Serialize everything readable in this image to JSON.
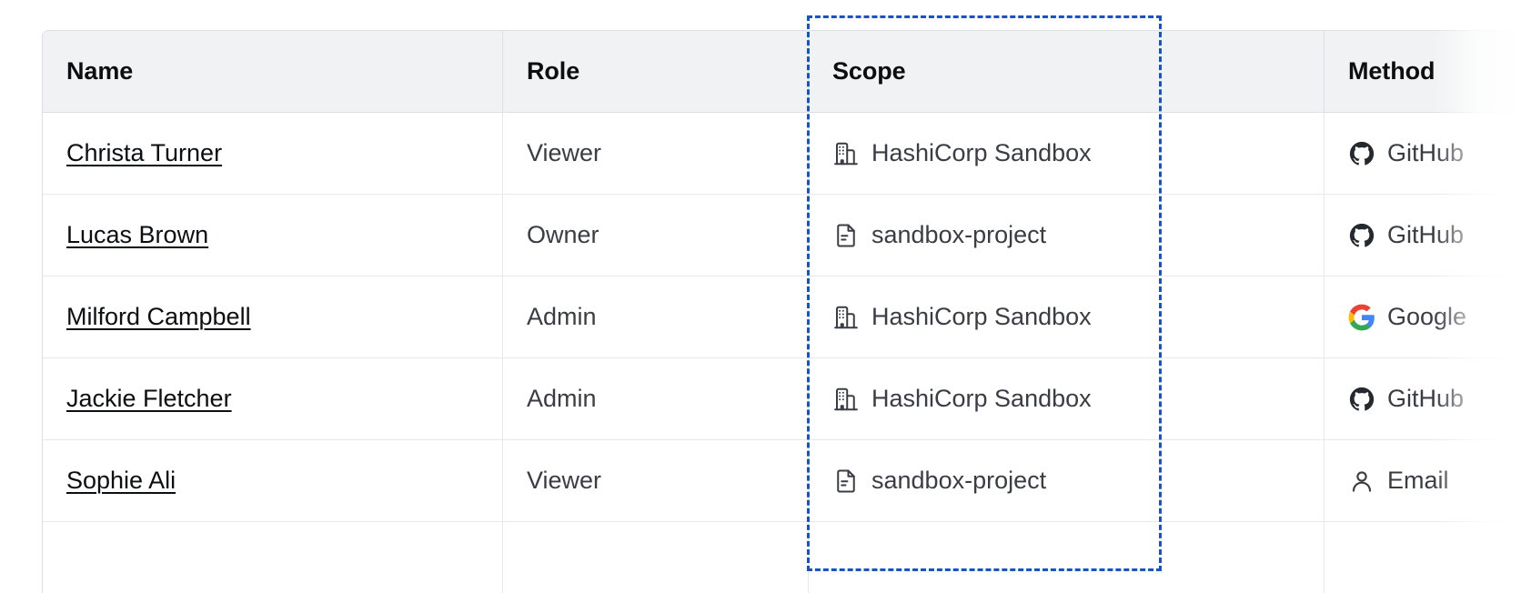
{
  "table": {
    "columns": [
      {
        "key": "name",
        "label": "Name"
      },
      {
        "key": "role",
        "label": "Role"
      },
      {
        "key": "scope",
        "label": "Scope"
      },
      {
        "key": "method",
        "label": "Method"
      }
    ],
    "rows": [
      {
        "name": "Christa Turner",
        "role": "Viewer",
        "scope": "HashiCorp Sandbox",
        "scope_icon": "organization-icon",
        "method": "GitHub",
        "method_icon": "github-icon"
      },
      {
        "name": "Lucas Brown",
        "role": "Owner",
        "scope": "sandbox-project",
        "scope_icon": "project-document-icon",
        "method": "GitHub",
        "method_icon": "github-icon"
      },
      {
        "name": "Milford Campbell",
        "role": "Admin",
        "scope": "HashiCorp Sandbox",
        "scope_icon": "organization-icon",
        "method": "Google",
        "method_icon": "google-icon"
      },
      {
        "name": "Jackie Fletcher",
        "role": "Admin",
        "scope": "HashiCorp Sandbox",
        "scope_icon": "organization-icon",
        "method": "GitHub",
        "method_icon": "github-icon"
      },
      {
        "name": "Sophie Ali",
        "role": "Viewer",
        "scope": "sandbox-project",
        "scope_icon": "project-document-icon",
        "method": "Email",
        "method_icon": "user-icon"
      }
    ]
  },
  "highlight": {
    "target_column": "Scope",
    "style": "dashed",
    "color": "#1553c7"
  },
  "colors": {
    "header_background": "#f1f2f3",
    "header_text": "#0c0e11",
    "body_text": "#3b3d45",
    "link_text": "#0c0e11",
    "border": "#dcdfe5",
    "row_border": "#e6e8eb",
    "highlight": "#1553c7",
    "github": "#24292f",
    "google_blue": "#4285f4",
    "google_red": "#ea4335",
    "google_yellow": "#fbbc05",
    "google_green": "#34a853"
  }
}
